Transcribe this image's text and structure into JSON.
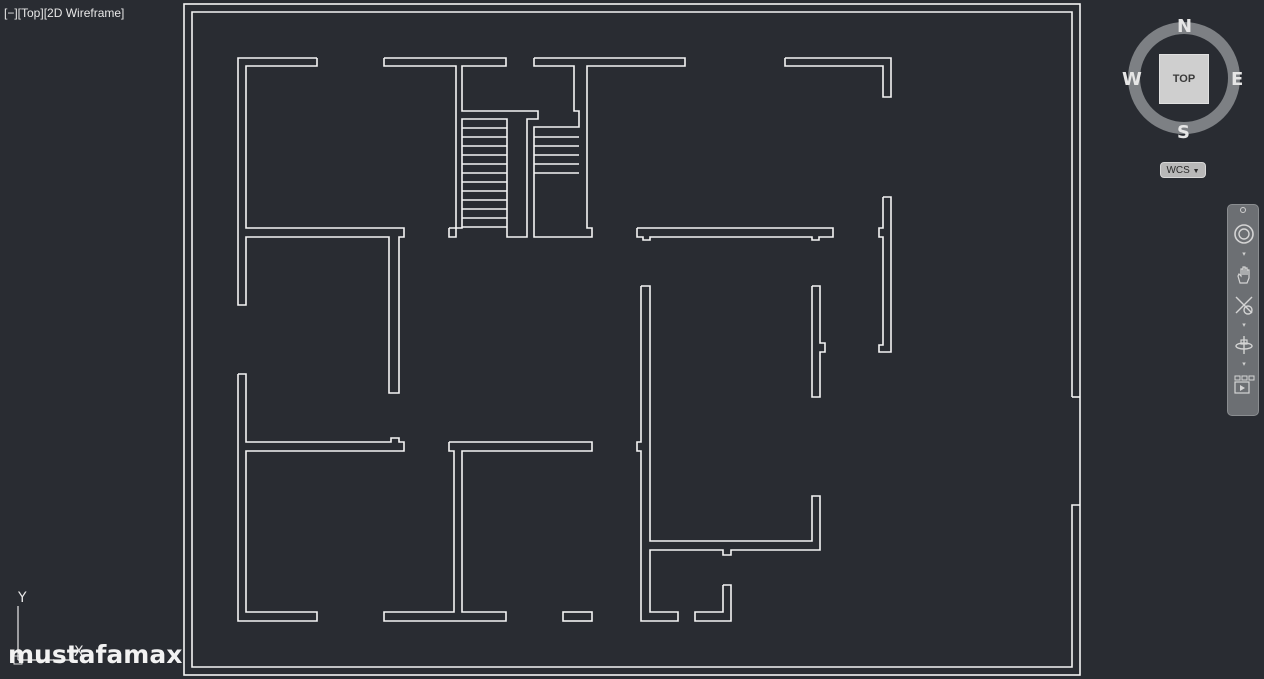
{
  "viewport": {
    "label": "[−][Top][2D Wireframe]"
  },
  "viewcube": {
    "north": "N",
    "south": "S",
    "east": "E",
    "west": "W",
    "face": "TOP"
  },
  "wcs": {
    "label": "WCS",
    "menu_icon": "chevron-down-icon"
  },
  "navbar": {
    "tools": [
      {
        "name": "steering-wheel-icon"
      },
      {
        "name": "pan-hand-icon"
      },
      {
        "name": "zoom-extents-icon"
      },
      {
        "name": "orbit-icon"
      },
      {
        "name": "showmotion-icon"
      }
    ]
  },
  "ucs": {
    "y_label": "Y",
    "x_label": "X"
  },
  "watermark": {
    "text": "mustafamax"
  },
  "colors": {
    "background": "#292c32",
    "linework": "#f4f4f4",
    "navbar": "#6c6f73"
  }
}
